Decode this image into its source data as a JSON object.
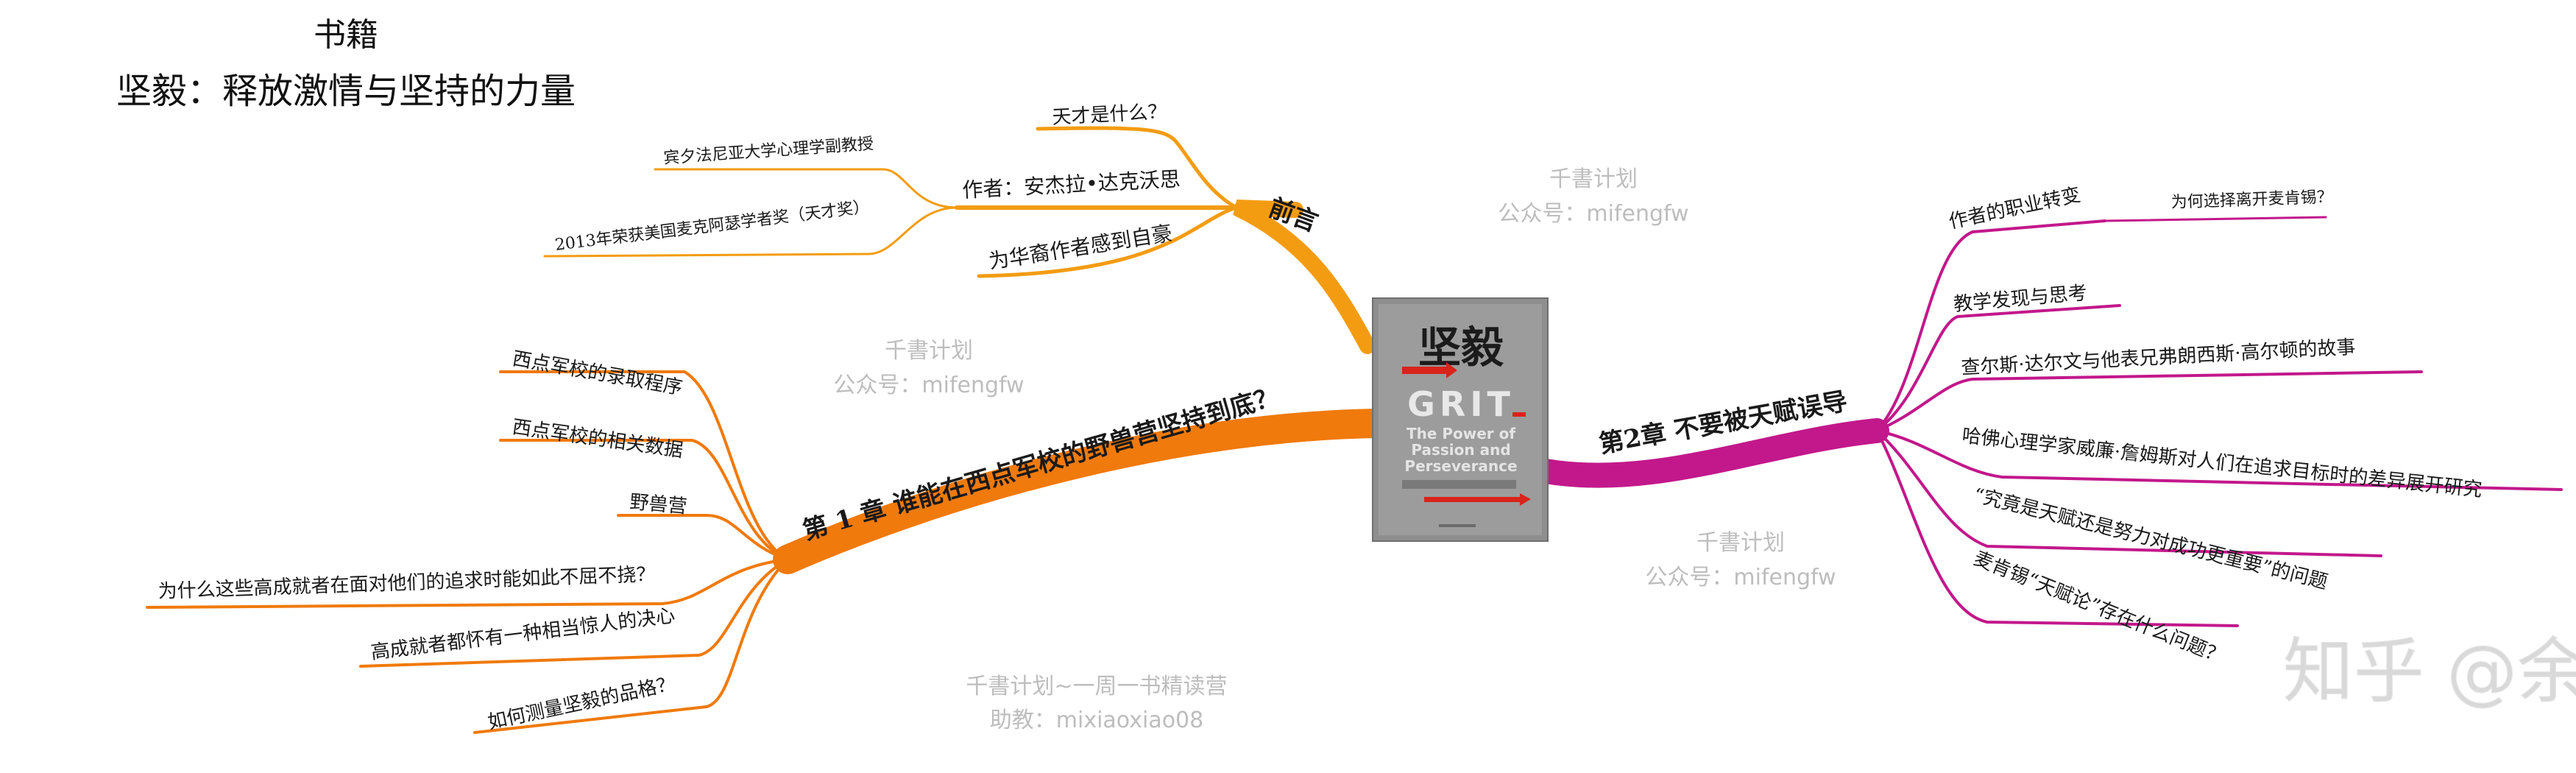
{
  "header": {
    "category": "书籍",
    "title": "坚毅：释放激情与坚持的力量"
  },
  "colors": {
    "preface": "#f39c12",
    "ch1": "#f07a0c",
    "ch2": "#c2188b",
    "watermark": "#c8c8c8"
  },
  "cover": {
    "title_cn": "坚毅",
    "title_en": "GRIT",
    "sub1": "The Power of",
    "sub2": "Passion and",
    "sub3": "Perseverance"
  },
  "branches": {
    "preface": {
      "label": "前言",
      "children": [
        {
          "label": "天才是什么？"
        },
        {
          "label": "作者：安杰拉•达克沃思",
          "children": [
            "宾夕法尼亚大学心理学副教授",
            "2013年荣获美国麦克阿瑟学者奖（天才奖）"
          ]
        },
        {
          "label": "为华裔作者感到自豪"
        }
      ]
    },
    "ch1": {
      "label": "第 1 章 谁能在西点军校的野兽营坚持到底？",
      "children": [
        "西点军校的录取程序",
        "西点军校的相关数据",
        "野兽营",
        "为什么这些高成就者在面对他们的追求时能如此不屈不挠？",
        "高成就者都怀有一种相当惊人的决心",
        "如何测量坚毅的品格？"
      ]
    },
    "ch2": {
      "label": "第2章 不要被天赋误导",
      "children": [
        {
          "label": "作者的职业转变",
          "children": [
            "为何选择离开麦肯锡？"
          ]
        },
        {
          "label": "教学发现与思考"
        },
        {
          "label": "查尔斯·达尔文与他表兄弗朗西斯·高尔顿的故事"
        },
        {
          "label": "哈佛心理学家威廉·詹姆斯对人们在追求目标时的差异展开研究"
        },
        {
          "label": "“究竟是天赋还是努力对成功更重要”的问题"
        },
        {
          "label": "麦肯锡“天赋论”存在什么问题？"
        }
      ]
    }
  },
  "watermarks": [
    {
      "line1": "千書计划",
      "line2": "公众号：mifengfw"
    },
    {
      "line1": "千書计划",
      "line2": "公众号：mifengfw"
    },
    {
      "line1": "千書计划",
      "line2": "公众号：mifengfw"
    },
    {
      "line1": "千書计划~一周一书精读营",
      "line2": "助教：mixiaoxiao08"
    }
  ],
  "credit": "知乎 @余杰丰"
}
